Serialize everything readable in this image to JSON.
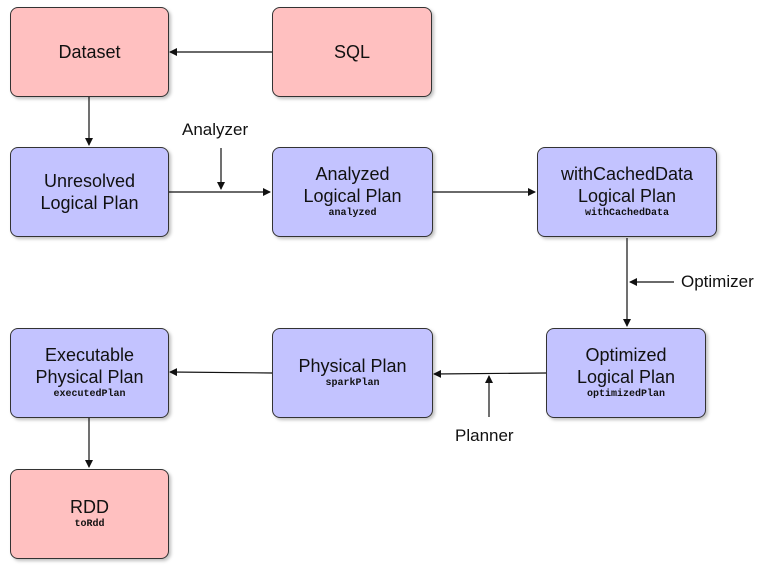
{
  "nodes": {
    "dataset": {
      "title": "Dataset",
      "code": ""
    },
    "sql": {
      "title": "SQL",
      "code": ""
    },
    "unresolved": {
      "title": "Unresolved\nLogical Plan",
      "code": ""
    },
    "analyzed": {
      "title": "Analyzed\nLogical Plan",
      "code": "analyzed"
    },
    "cached": {
      "title": "withCachedData\nLogical Plan",
      "code": "withCachedData"
    },
    "optimized": {
      "title": "Optimized\nLogical Plan",
      "code": "optimizedPlan"
    },
    "physical": {
      "title": "Physical Plan",
      "code": "sparkPlan"
    },
    "executable": {
      "title": "Executable\nPhysical Plan",
      "code": "executedPlan"
    },
    "rdd": {
      "title": "RDD",
      "code": "toRdd"
    }
  },
  "labels": {
    "analyzer": "Analyzer",
    "optimizer": "Optimizer",
    "planner": "Planner"
  },
  "colors": {
    "source_fill": "#ffc0c0",
    "plan_fill": "#c3c3ff",
    "stroke": "#333333"
  }
}
